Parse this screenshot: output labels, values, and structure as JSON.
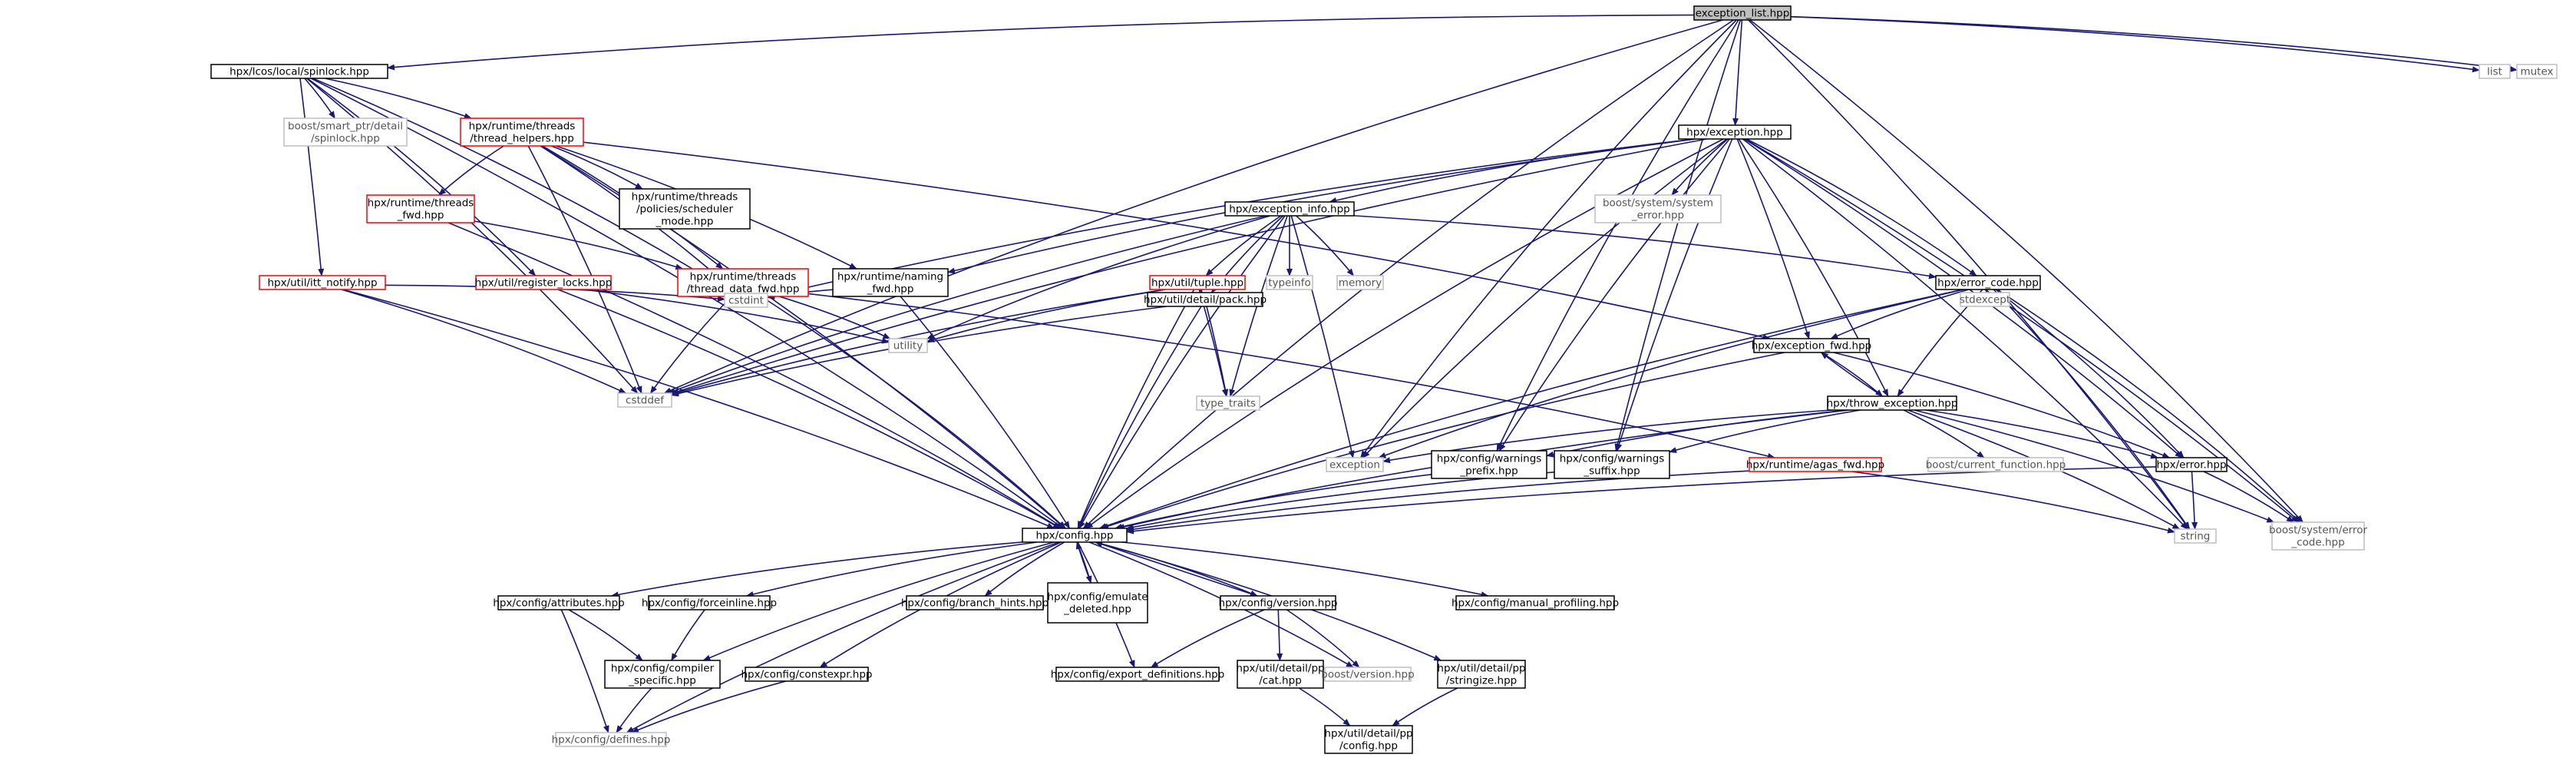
{
  "colors": {
    "edge": "#191970",
    "root_fill": "#bfbfbf",
    "internal_border": "#000000",
    "truncated_border": "#ff0000",
    "external_border": "#bfbfbf"
  },
  "nodes": [
    {
      "id": "exception_list",
      "label": [
        "exception_list.hpp"
      ],
      "kind": "root"
    },
    {
      "id": "spinlock",
      "label": [
        "hpx/lcos/local/spinlock.hpp"
      ],
      "kind": "internal"
    },
    {
      "id": "list",
      "label": [
        "list"
      ],
      "kind": "external"
    },
    {
      "id": "mutex",
      "label": [
        "mutex"
      ],
      "kind": "external"
    },
    {
      "id": "boost_spinlock",
      "label": [
        "boost/smart_ptr/detail",
        "/spinlock.hpp"
      ],
      "kind": "external"
    },
    {
      "id": "thread_helpers",
      "label": [
        "hpx/runtime/threads",
        "/thread_helpers.hpp"
      ],
      "kind": "truncated"
    },
    {
      "id": "exception_hpp",
      "label": [
        "hpx/exception.hpp"
      ],
      "kind": "internal"
    },
    {
      "id": "threads_fwd",
      "label": [
        "hpx/runtime/threads",
        "_fwd.hpp"
      ],
      "kind": "truncated"
    },
    {
      "id": "policies_scheduler",
      "label": [
        "hpx/runtime/threads",
        "/policies/scheduler",
        "_mode.hpp"
      ],
      "kind": "internal"
    },
    {
      "id": "boost_system_error",
      "label": [
        "boost/system/system",
        "_error.hpp"
      ],
      "kind": "external"
    },
    {
      "id": "exception_info",
      "label": [
        "hpx/exception_info.hpp"
      ],
      "kind": "internal"
    },
    {
      "id": "itt_notify",
      "label": [
        "hpx/util/itt_notify.hpp"
      ],
      "kind": "truncated"
    },
    {
      "id": "register_locks",
      "label": [
        "hpx/util/register_locks.hpp"
      ],
      "kind": "truncated"
    },
    {
      "id": "thread_data_fwd",
      "label": [
        "hpx/runtime/threads",
        "/thread_data_fwd.hpp"
      ],
      "kind": "truncated"
    },
    {
      "id": "naming_fwd",
      "label": [
        "hpx/runtime/naming",
        "_fwd.hpp"
      ],
      "kind": "internal"
    },
    {
      "id": "util_tuple",
      "label": [
        "hpx/util/tuple.hpp"
      ],
      "kind": "truncated"
    },
    {
      "id": "typeinfo",
      "label": [
        "typeinfo"
      ],
      "kind": "external"
    },
    {
      "id": "memory",
      "label": [
        "memory"
      ],
      "kind": "external"
    },
    {
      "id": "error_code",
      "label": [
        "hpx/error_code.hpp"
      ],
      "kind": "internal"
    },
    {
      "id": "cstdint",
      "label": [
        "cstdint"
      ],
      "kind": "external"
    },
    {
      "id": "utility",
      "label": [
        "utility"
      ],
      "kind": "external"
    },
    {
      "id": "pack",
      "label": [
        "hpx/util/detail/pack.hpp"
      ],
      "kind": "internal"
    },
    {
      "id": "stdexcept",
      "label": [
        "stdexcept"
      ],
      "kind": "external"
    },
    {
      "id": "exception_fwd",
      "label": [
        "hpx/exception_fwd.hpp"
      ],
      "kind": "internal"
    },
    {
      "id": "cstddef",
      "label": [
        "cstddef"
      ],
      "kind": "external"
    },
    {
      "id": "type_traits",
      "label": [
        "type_traits"
      ],
      "kind": "external"
    },
    {
      "id": "throw_exception",
      "label": [
        "hpx/throw_exception.hpp"
      ],
      "kind": "internal"
    },
    {
      "id": "exception",
      "label": [
        "exception"
      ],
      "kind": "external"
    },
    {
      "id": "warnings_prefix",
      "label": [
        "hpx/config/warnings",
        "_prefix.hpp"
      ],
      "kind": "internal"
    },
    {
      "id": "warnings_suffix",
      "label": [
        "hpx/config/warnings",
        "_suffix.hpp"
      ],
      "kind": "internal"
    },
    {
      "id": "agas_fwd",
      "label": [
        "hpx/runtime/agas_fwd.hpp"
      ],
      "kind": "truncated"
    },
    {
      "id": "current_function",
      "label": [
        "boost/current_function.hpp"
      ],
      "kind": "external"
    },
    {
      "id": "error_hpp",
      "label": [
        "hpx/error.hpp"
      ],
      "kind": "internal"
    },
    {
      "id": "string",
      "label": [
        "string"
      ],
      "kind": "external"
    },
    {
      "id": "boost_error_code",
      "label": [
        "boost/system/error",
        "_code.hpp"
      ],
      "kind": "external"
    },
    {
      "id": "config",
      "label": [
        "hpx/config.hpp"
      ],
      "kind": "internal"
    },
    {
      "id": "attributes",
      "label": [
        "hpx/config/attributes.hpp"
      ],
      "kind": "internal"
    },
    {
      "id": "forceinline",
      "label": [
        "hpx/config/forceinline.hpp"
      ],
      "kind": "internal"
    },
    {
      "id": "branch_hints",
      "label": [
        "hpx/config/branch_hints.hpp"
      ],
      "kind": "internal"
    },
    {
      "id": "emulate_deleted",
      "label": [
        "hpx/config/emulate",
        "_deleted.hpp"
      ],
      "kind": "internal"
    },
    {
      "id": "version",
      "label": [
        "hpx/config/version.hpp"
      ],
      "kind": "internal"
    },
    {
      "id": "manual_profiling",
      "label": [
        "hpx/config/manual_profiling.hpp"
      ],
      "kind": "internal"
    },
    {
      "id": "compiler_specific",
      "label": [
        "hpx/config/compiler",
        "_specific.hpp"
      ],
      "kind": "internal"
    },
    {
      "id": "constexpr",
      "label": [
        "hpx/config/constexpr.hpp"
      ],
      "kind": "internal"
    },
    {
      "id": "export_definitions",
      "label": [
        "hpx/config/export_definitions.hpp"
      ],
      "kind": "internal"
    },
    {
      "id": "cat",
      "label": [
        "hpx/util/detail/pp",
        "/cat.hpp"
      ],
      "kind": "internal"
    },
    {
      "id": "boost_version",
      "label": [
        "boost/version.hpp"
      ],
      "kind": "external"
    },
    {
      "id": "stringize",
      "label": [
        "hpx/util/detail/pp",
        "/stringize.hpp"
      ],
      "kind": "internal"
    },
    {
      "id": "defines",
      "label": [
        "hpx/config/defines.hpp"
      ],
      "kind": "external"
    },
    {
      "id": "pp_config",
      "label": [
        "hpx/util/detail/pp",
        "/config.hpp"
      ],
      "kind": "internal"
    }
  ],
  "edges": [
    [
      "exception_list",
      "spinlock"
    ],
    [
      "exception_list",
      "list"
    ],
    [
      "exception_list",
      "mutex"
    ],
    [
      "exception_list",
      "exception_hpp"
    ],
    [
      "exception_list",
      "config"
    ],
    [
      "exception_list",
      "cstddef"
    ],
    [
      "exception_list",
      "exception"
    ],
    [
      "exception_list",
      "warnings_prefix"
    ],
    [
      "exception_list",
      "warnings_suffix"
    ],
    [
      "exception_list",
      "string"
    ],
    [
      "exception_list",
      "boost_error_code"
    ],
    [
      "spinlock",
      "boost_spinlock"
    ],
    [
      "spinlock",
      "thread_helpers"
    ],
    [
      "spinlock",
      "itt_notify"
    ],
    [
      "spinlock",
      "register_locks"
    ],
    [
      "spinlock",
      "cstdint"
    ],
    [
      "spinlock",
      "cstddef"
    ],
    [
      "spinlock",
      "config"
    ],
    [
      "thread_helpers",
      "threads_fwd"
    ],
    [
      "thread_helpers",
      "policies_scheduler"
    ],
    [
      "thread_helpers",
      "thread_data_fwd"
    ],
    [
      "thread_helpers",
      "naming_fwd"
    ],
    [
      "thread_helpers",
      "exception_fwd"
    ],
    [
      "thread_helpers",
      "cstdint"
    ],
    [
      "thread_helpers",
      "cstddef"
    ],
    [
      "thread_helpers",
      "config"
    ],
    [
      "threads_fwd",
      "thread_data_fwd"
    ],
    [
      "threads_fwd",
      "config"
    ],
    [
      "exception_hpp",
      "exception_info"
    ],
    [
      "exception_hpp",
      "error_code"
    ],
    [
      "exception_hpp",
      "exception_fwd"
    ],
    [
      "exception_hpp",
      "throw_exception"
    ],
    [
      "exception_hpp",
      "error_hpp"
    ],
    [
      "exception_hpp",
      "boost_system_error"
    ],
    [
      "exception_hpp",
      "naming_fwd"
    ],
    [
      "exception_hpp",
      "cstdint"
    ],
    [
      "exception_hpp",
      "cstddef"
    ],
    [
      "exception_hpp",
      "exception"
    ],
    [
      "exception_hpp",
      "string"
    ],
    [
      "exception_hpp",
      "boost_error_code"
    ],
    [
      "exception_hpp",
      "warnings_prefix"
    ],
    [
      "exception_hpp",
      "warnings_suffix"
    ],
    [
      "exception_hpp",
      "config"
    ],
    [
      "exception_info",
      "util_tuple"
    ],
    [
      "exception_info",
      "pack"
    ],
    [
      "exception_info",
      "typeinfo"
    ],
    [
      "exception_info",
      "memory"
    ],
    [
      "exception_info",
      "utility"
    ],
    [
      "exception_info",
      "type_traits"
    ],
    [
      "exception_info",
      "cstddef"
    ],
    [
      "exception_info",
      "exception"
    ],
    [
      "exception_info",
      "error_code"
    ],
    [
      "exception_info",
      "config"
    ],
    [
      "itt_notify",
      "cstdint"
    ],
    [
      "itt_notify",
      "cstddef"
    ],
    [
      "itt_notify",
      "config"
    ],
    [
      "register_locks",
      "utility"
    ],
    [
      "register_locks",
      "config"
    ],
    [
      "thread_data_fwd",
      "cstdint"
    ],
    [
      "thread_data_fwd",
      "cstddef"
    ],
    [
      "thread_data_fwd",
      "utility"
    ],
    [
      "thread_data_fwd",
      "agas_fwd"
    ],
    [
      "thread_data_fwd",
      "config"
    ],
    [
      "naming_fwd",
      "cstdint"
    ],
    [
      "naming_fwd",
      "config"
    ],
    [
      "util_tuple",
      "pack"
    ],
    [
      "util_tuple",
      "type_traits"
    ],
    [
      "util_tuple",
      "utility"
    ],
    [
      "util_tuple",
      "cstddef"
    ],
    [
      "util_tuple",
      "config"
    ],
    [
      "pack",
      "type_traits"
    ],
    [
      "pack",
      "cstddef"
    ],
    [
      "pack",
      "config"
    ],
    [
      "error_code",
      "exception_fwd"
    ],
    [
      "error_code",
      "throw_exception"
    ],
    [
      "error_code",
      "error_hpp"
    ],
    [
      "error_code",
      "stdexcept"
    ],
    [
      "error_code",
      "exception"
    ],
    [
      "error_code",
      "string"
    ],
    [
      "error_code",
      "boost_error_code"
    ],
    [
      "error_code",
      "config"
    ],
    [
      "exception_fwd",
      "throw_exception"
    ],
    [
      "exception_fwd",
      "error_hpp"
    ],
    [
      "exception_fwd",
      "config"
    ],
    [
      "throw_exception",
      "exception_fwd"
    ],
    [
      "throw_exception",
      "error_hpp"
    ],
    [
      "throw_exception",
      "current_function"
    ],
    [
      "throw_exception",
      "exception"
    ],
    [
      "throw_exception",
      "warnings_prefix"
    ],
    [
      "throw_exception",
      "warnings_suffix"
    ],
    [
      "throw_exception",
      "string"
    ],
    [
      "throw_exception",
      "boost_error_code"
    ],
    [
      "throw_exception",
      "config"
    ],
    [
      "agas_fwd",
      "string"
    ],
    [
      "agas_fwd",
      "config"
    ],
    [
      "error_hpp",
      "string"
    ],
    [
      "error_hpp",
      "boost_error_code"
    ],
    [
      "error_hpp",
      "config"
    ],
    [
      "warnings_prefix",
      "config"
    ],
    [
      "warnings_suffix",
      "config"
    ],
    [
      "config",
      "attributes"
    ],
    [
      "config",
      "forceinline"
    ],
    [
      "config",
      "branch_hints"
    ],
    [
      "config",
      "emulate_deleted"
    ],
    [
      "config",
      "version"
    ],
    [
      "config",
      "manual_profiling"
    ],
    [
      "config",
      "compiler_specific"
    ],
    [
      "config",
      "constexpr"
    ],
    [
      "config",
      "export_definitions"
    ],
    [
      "config",
      "boost_version"
    ],
    [
      "config",
      "stringize"
    ],
    [
      "config",
      "defines"
    ],
    [
      "emulate_deleted",
      "config"
    ],
    [
      "version",
      "config"
    ],
    [
      "attributes",
      "compiler_specific"
    ],
    [
      "attributes",
      "defines"
    ],
    [
      "forceinline",
      "compiler_specific"
    ],
    [
      "compiler_specific",
      "defines"
    ],
    [
      "constexpr",
      "defines"
    ],
    [
      "version",
      "export_definitions"
    ],
    [
      "version",
      "cat"
    ],
    [
      "version",
      "boost_version"
    ],
    [
      "cat",
      "pp_config"
    ],
    [
      "stringize",
      "pp_config"
    ]
  ]
}
